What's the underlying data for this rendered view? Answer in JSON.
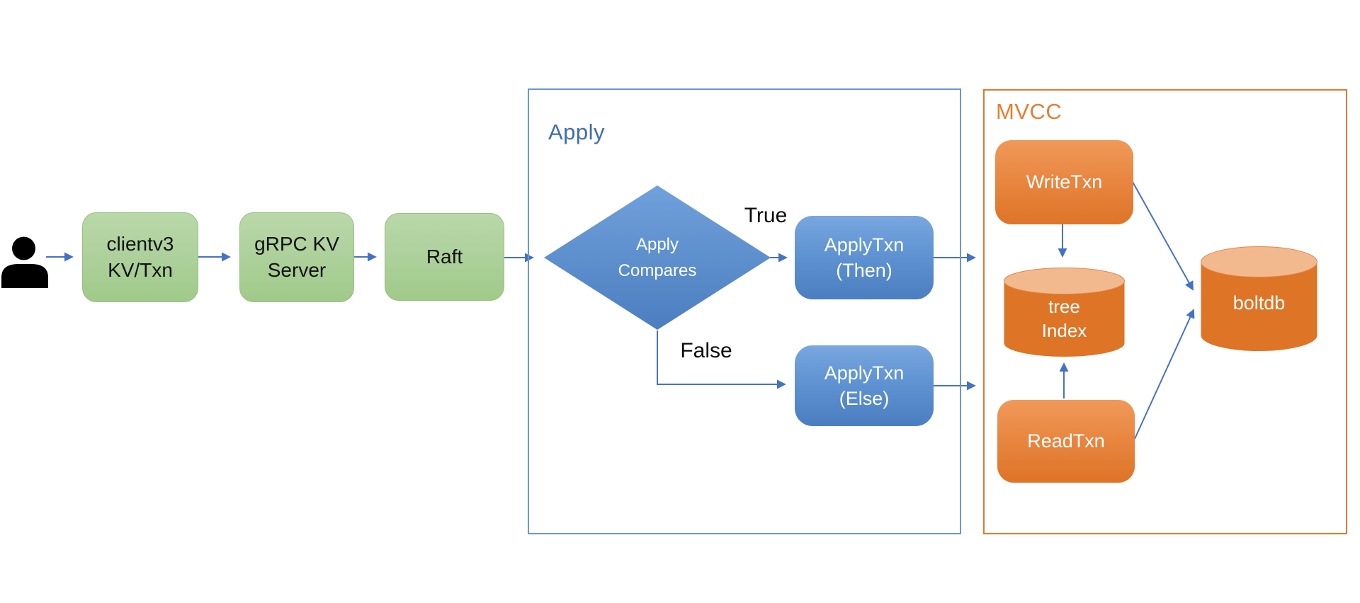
{
  "groups": {
    "apply": {
      "label": "Apply"
    },
    "mvcc": {
      "label": "MVCC"
    }
  },
  "nodes": {
    "clientv3": {
      "label": "clientv3\nKV/Txn"
    },
    "grpc": {
      "label": "gRPC KV\nServer"
    },
    "raft": {
      "label": "Raft"
    },
    "compares": {
      "label": "Apply\nCompares"
    },
    "then": {
      "label": "ApplyTxn\n(Then)"
    },
    "else": {
      "label": "ApplyTxn\n(Else)"
    },
    "writetxn": {
      "label": "WriteTxn"
    },
    "treeindex": {
      "label": "tree\nIndex"
    },
    "readtxn": {
      "label": "ReadTxn"
    },
    "boltdb": {
      "label": "boltdb"
    }
  },
  "edge_labels": {
    "true_branch": "True",
    "false_branch": "False"
  },
  "colors": {
    "node_green": "#aed19d",
    "node_blue": "#5f93d2",
    "node_orange": "#e8853f",
    "cylinder_top": "#f3b98e",
    "arrow_blue": "#4472c4",
    "apply_border": "#6b96ce",
    "apply_label": "#3e6cb5",
    "mvcc_border": "#e0792f",
    "mvcc_label": "#e57e31",
    "person_black": "#000000"
  }
}
